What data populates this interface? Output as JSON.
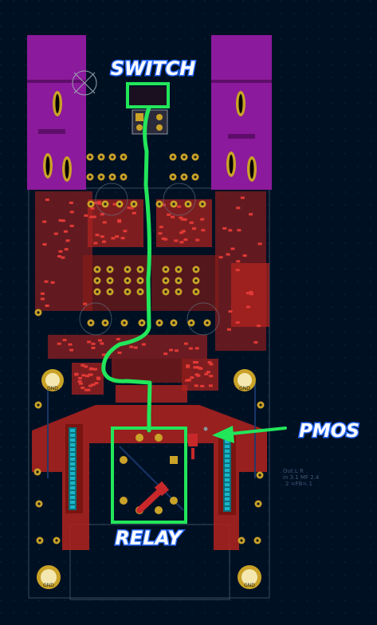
{
  "annotations": {
    "switch_label": "SWITCH",
    "relay_label": "RELAY",
    "pmos_label": "PMOS"
  },
  "board": {
    "gnd_label": "GND",
    "silk_note_1": "Out L  R",
    "silk_note_2": "in 3.1 MF 2.4",
    "silk_note_3": "2 =FB= 1"
  },
  "colors": {
    "background": "#001023",
    "copper_red": "#c8282a",
    "pad_gold": "#c9a227",
    "connector_purple": "#8c1a9c",
    "highlight_green": "#22e65a",
    "label_blue": "#2a6bff",
    "header_cyan": "#19b5c9"
  }
}
